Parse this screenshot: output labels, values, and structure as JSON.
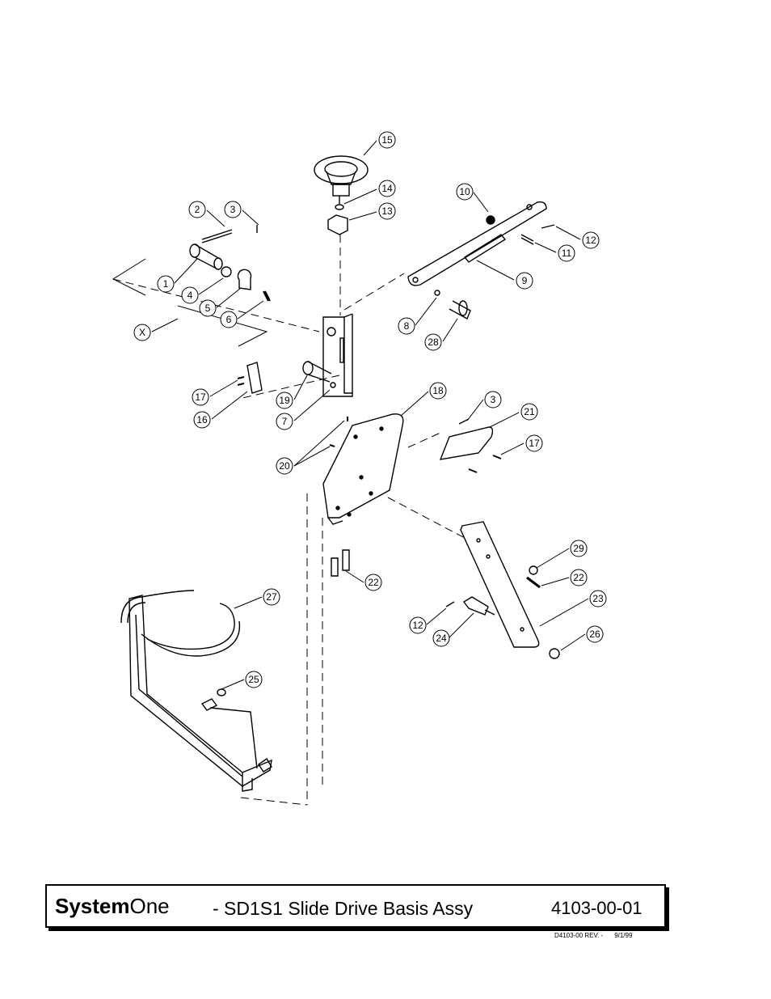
{
  "title_block": {
    "brand_bold": "System",
    "brand_light": "One",
    "title": "- SD1S1 Slide Drive Basis Assy",
    "part_number": "4103-00-01"
  },
  "revision": {
    "doc": "D4103-00 REV. -",
    "date": "9/1/99"
  },
  "callouts": [
    {
      "id": "callout-15",
      "label": "15"
    },
    {
      "id": "callout-14",
      "label": "14"
    },
    {
      "id": "callout-13",
      "label": "13"
    },
    {
      "id": "callout-10",
      "label": "10"
    },
    {
      "id": "callout-2",
      "label": "2"
    },
    {
      "id": "callout-3-top",
      "label": "3"
    },
    {
      "id": "callout-12-top",
      "label": "12"
    },
    {
      "id": "callout-11",
      "label": "11"
    },
    {
      "id": "callout-9",
      "label": "9"
    },
    {
      "id": "callout-1",
      "label": "1"
    },
    {
      "id": "callout-4",
      "label": "4"
    },
    {
      "id": "callout-5",
      "label": "5"
    },
    {
      "id": "callout-6",
      "label": "6"
    },
    {
      "id": "callout-x",
      "label": "X"
    },
    {
      "id": "callout-8",
      "label": "8"
    },
    {
      "id": "callout-28",
      "label": "28"
    },
    {
      "id": "callout-18",
      "label": "18"
    },
    {
      "id": "callout-17-left",
      "label": "17"
    },
    {
      "id": "callout-19",
      "label": "19"
    },
    {
      "id": "callout-16",
      "label": "16"
    },
    {
      "id": "callout-7",
      "label": "7"
    },
    {
      "id": "callout-3-right",
      "label": "3"
    },
    {
      "id": "callout-21",
      "label": "21"
    },
    {
      "id": "callout-17-right",
      "label": "17"
    },
    {
      "id": "callout-20",
      "label": "20"
    },
    {
      "id": "callout-29",
      "label": "29"
    },
    {
      "id": "callout-22-right",
      "label": "22"
    },
    {
      "id": "callout-22-left",
      "label": "22"
    },
    {
      "id": "callout-27",
      "label": "27"
    },
    {
      "id": "callout-23",
      "label": "23"
    },
    {
      "id": "callout-12-bottom",
      "label": "12"
    },
    {
      "id": "callout-26",
      "label": "26"
    },
    {
      "id": "callout-24",
      "label": "24"
    },
    {
      "id": "callout-25",
      "label": "25"
    }
  ]
}
